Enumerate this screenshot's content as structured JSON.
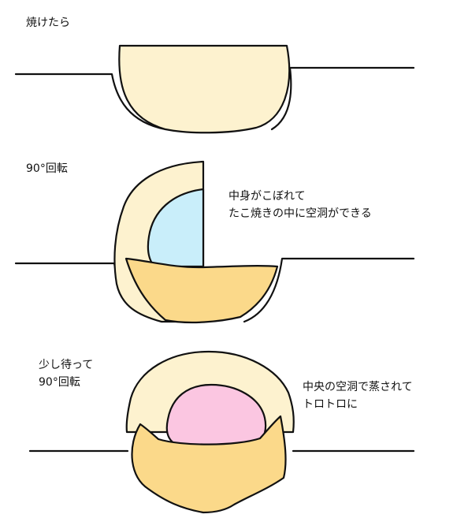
{
  "colors": {
    "batter_light": "#fdf2cf",
    "batter_crust": "#fbd98a",
    "hollow_before": "#c9eefa",
    "hollow_after": "#fbc6e1",
    "line": "#111111"
  },
  "steps": [
    {
      "label": "焼けたら"
    },
    {
      "label": "90°回転",
      "note": [
        "中身がこぼれて",
        "たこ焼きの中に空洞ができる"
      ]
    },
    {
      "label": [
        "少し待って",
        "90°回転"
      ],
      "note": [
        "中央の空洞で蒸されて",
        "トロトロに"
      ]
    }
  ]
}
